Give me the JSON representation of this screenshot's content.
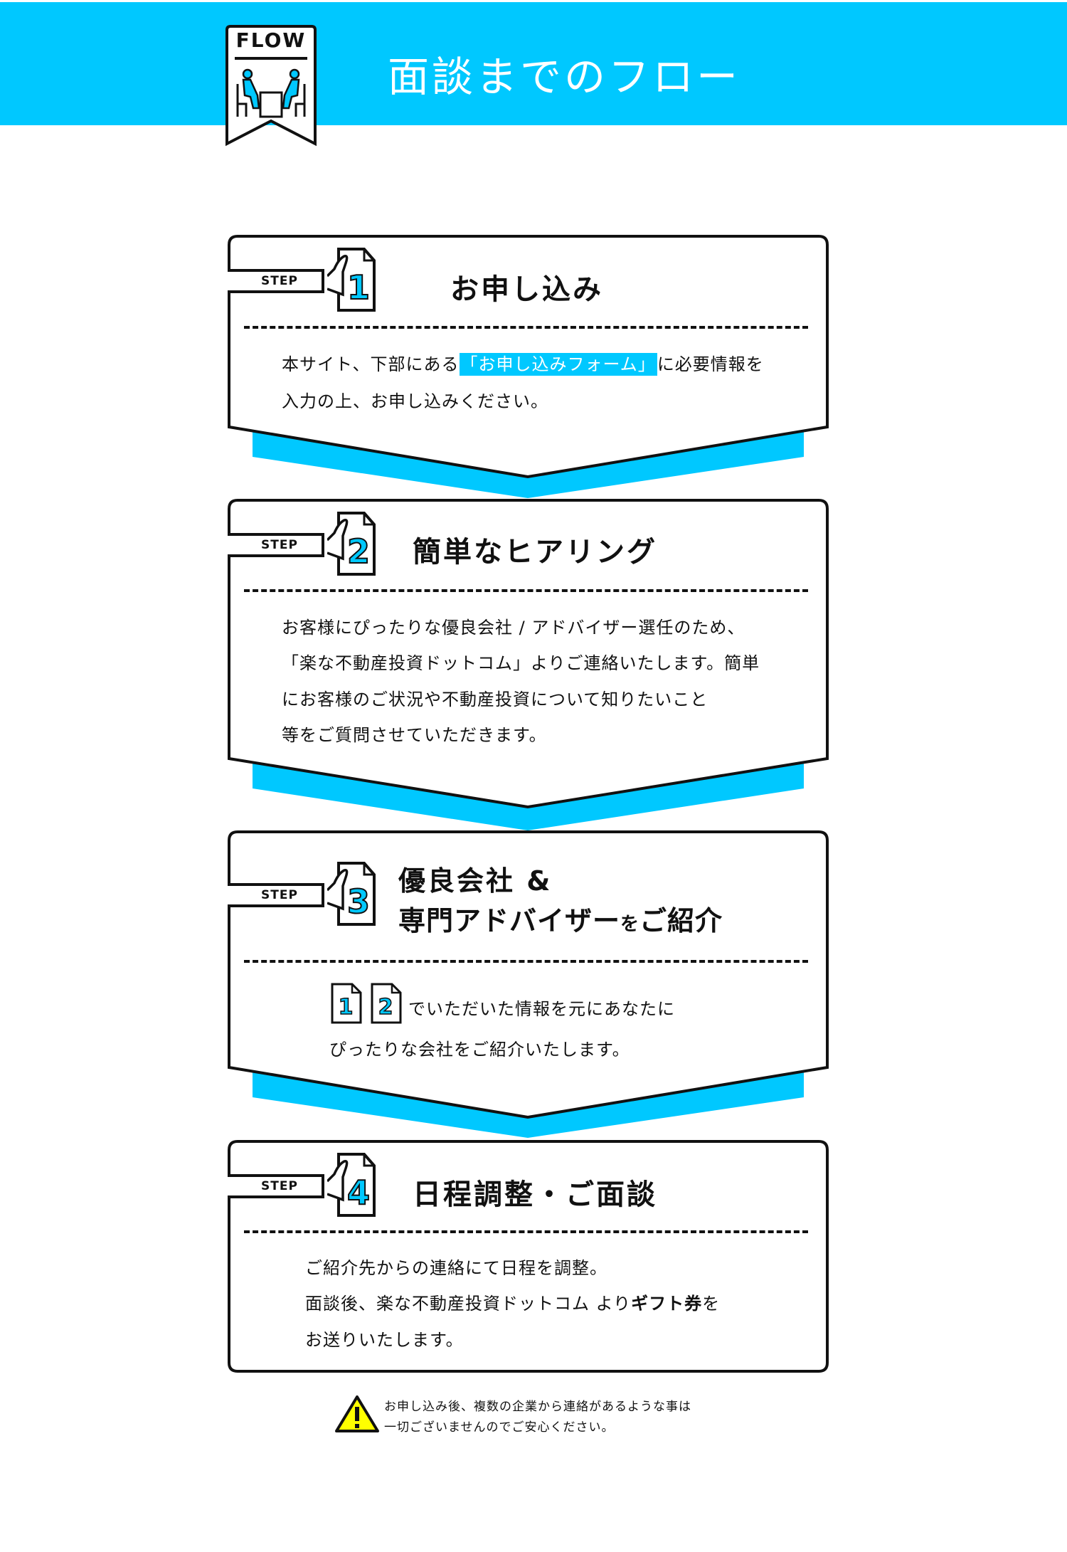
{
  "header": {
    "title": "面談までのフロー",
    "badge_label": "FLOW"
  },
  "colors": {
    "accent": "#00c8ff",
    "warning": "#ffff00"
  },
  "steps": [
    {
      "step_label": "STEP",
      "number": "1",
      "title": "お申し込み",
      "lines": [
        {
          "before": "本サイト、下部にある",
          "highlight": "「お申し込みフォーム」",
          "after": "に必要情報を"
        },
        "入力の上、お申し込みください。"
      ]
    },
    {
      "step_label": "STEP",
      "number": "2",
      "title": "簡単なヒアリング",
      "lines": [
        "お客様にぴったりな優良会社 / アドバイザー選任のため、",
        "「楽な不動産投資ドットコム」よりご連絡いたします。簡単",
        "にお客様のご状況や不動産投資について知りたいこと",
        "等をご質問させていただきます。"
      ]
    },
    {
      "step_label": "STEP",
      "number": "3",
      "title_line1": "優良会社 &",
      "title_line2_a": "専門アドバイザー",
      "title_line2_b": "を",
      "title_line2_c": "ご紹介",
      "ref_numbers": [
        "1",
        "2"
      ],
      "lines": [
        "でいただいた情報を元にあなたに",
        "ぴったりな会社をご紹介いたします。"
      ]
    },
    {
      "step_label": "STEP",
      "number": "4",
      "title": "日程調整・ご面談",
      "lines": [
        "ご紹介先からの連絡にて日程を調整。",
        {
          "before": "面談後、楽な不動産投資ドットコム より",
          "bold": "ギフト券",
          "after": "を"
        },
        "お送りいたします。"
      ]
    }
  ],
  "notice": {
    "icon": "warning-icon",
    "lines": [
      "お申し込み後、複数の企業から連絡があるような事は",
      "一切ございませんのでご安心ください。"
    ]
  }
}
